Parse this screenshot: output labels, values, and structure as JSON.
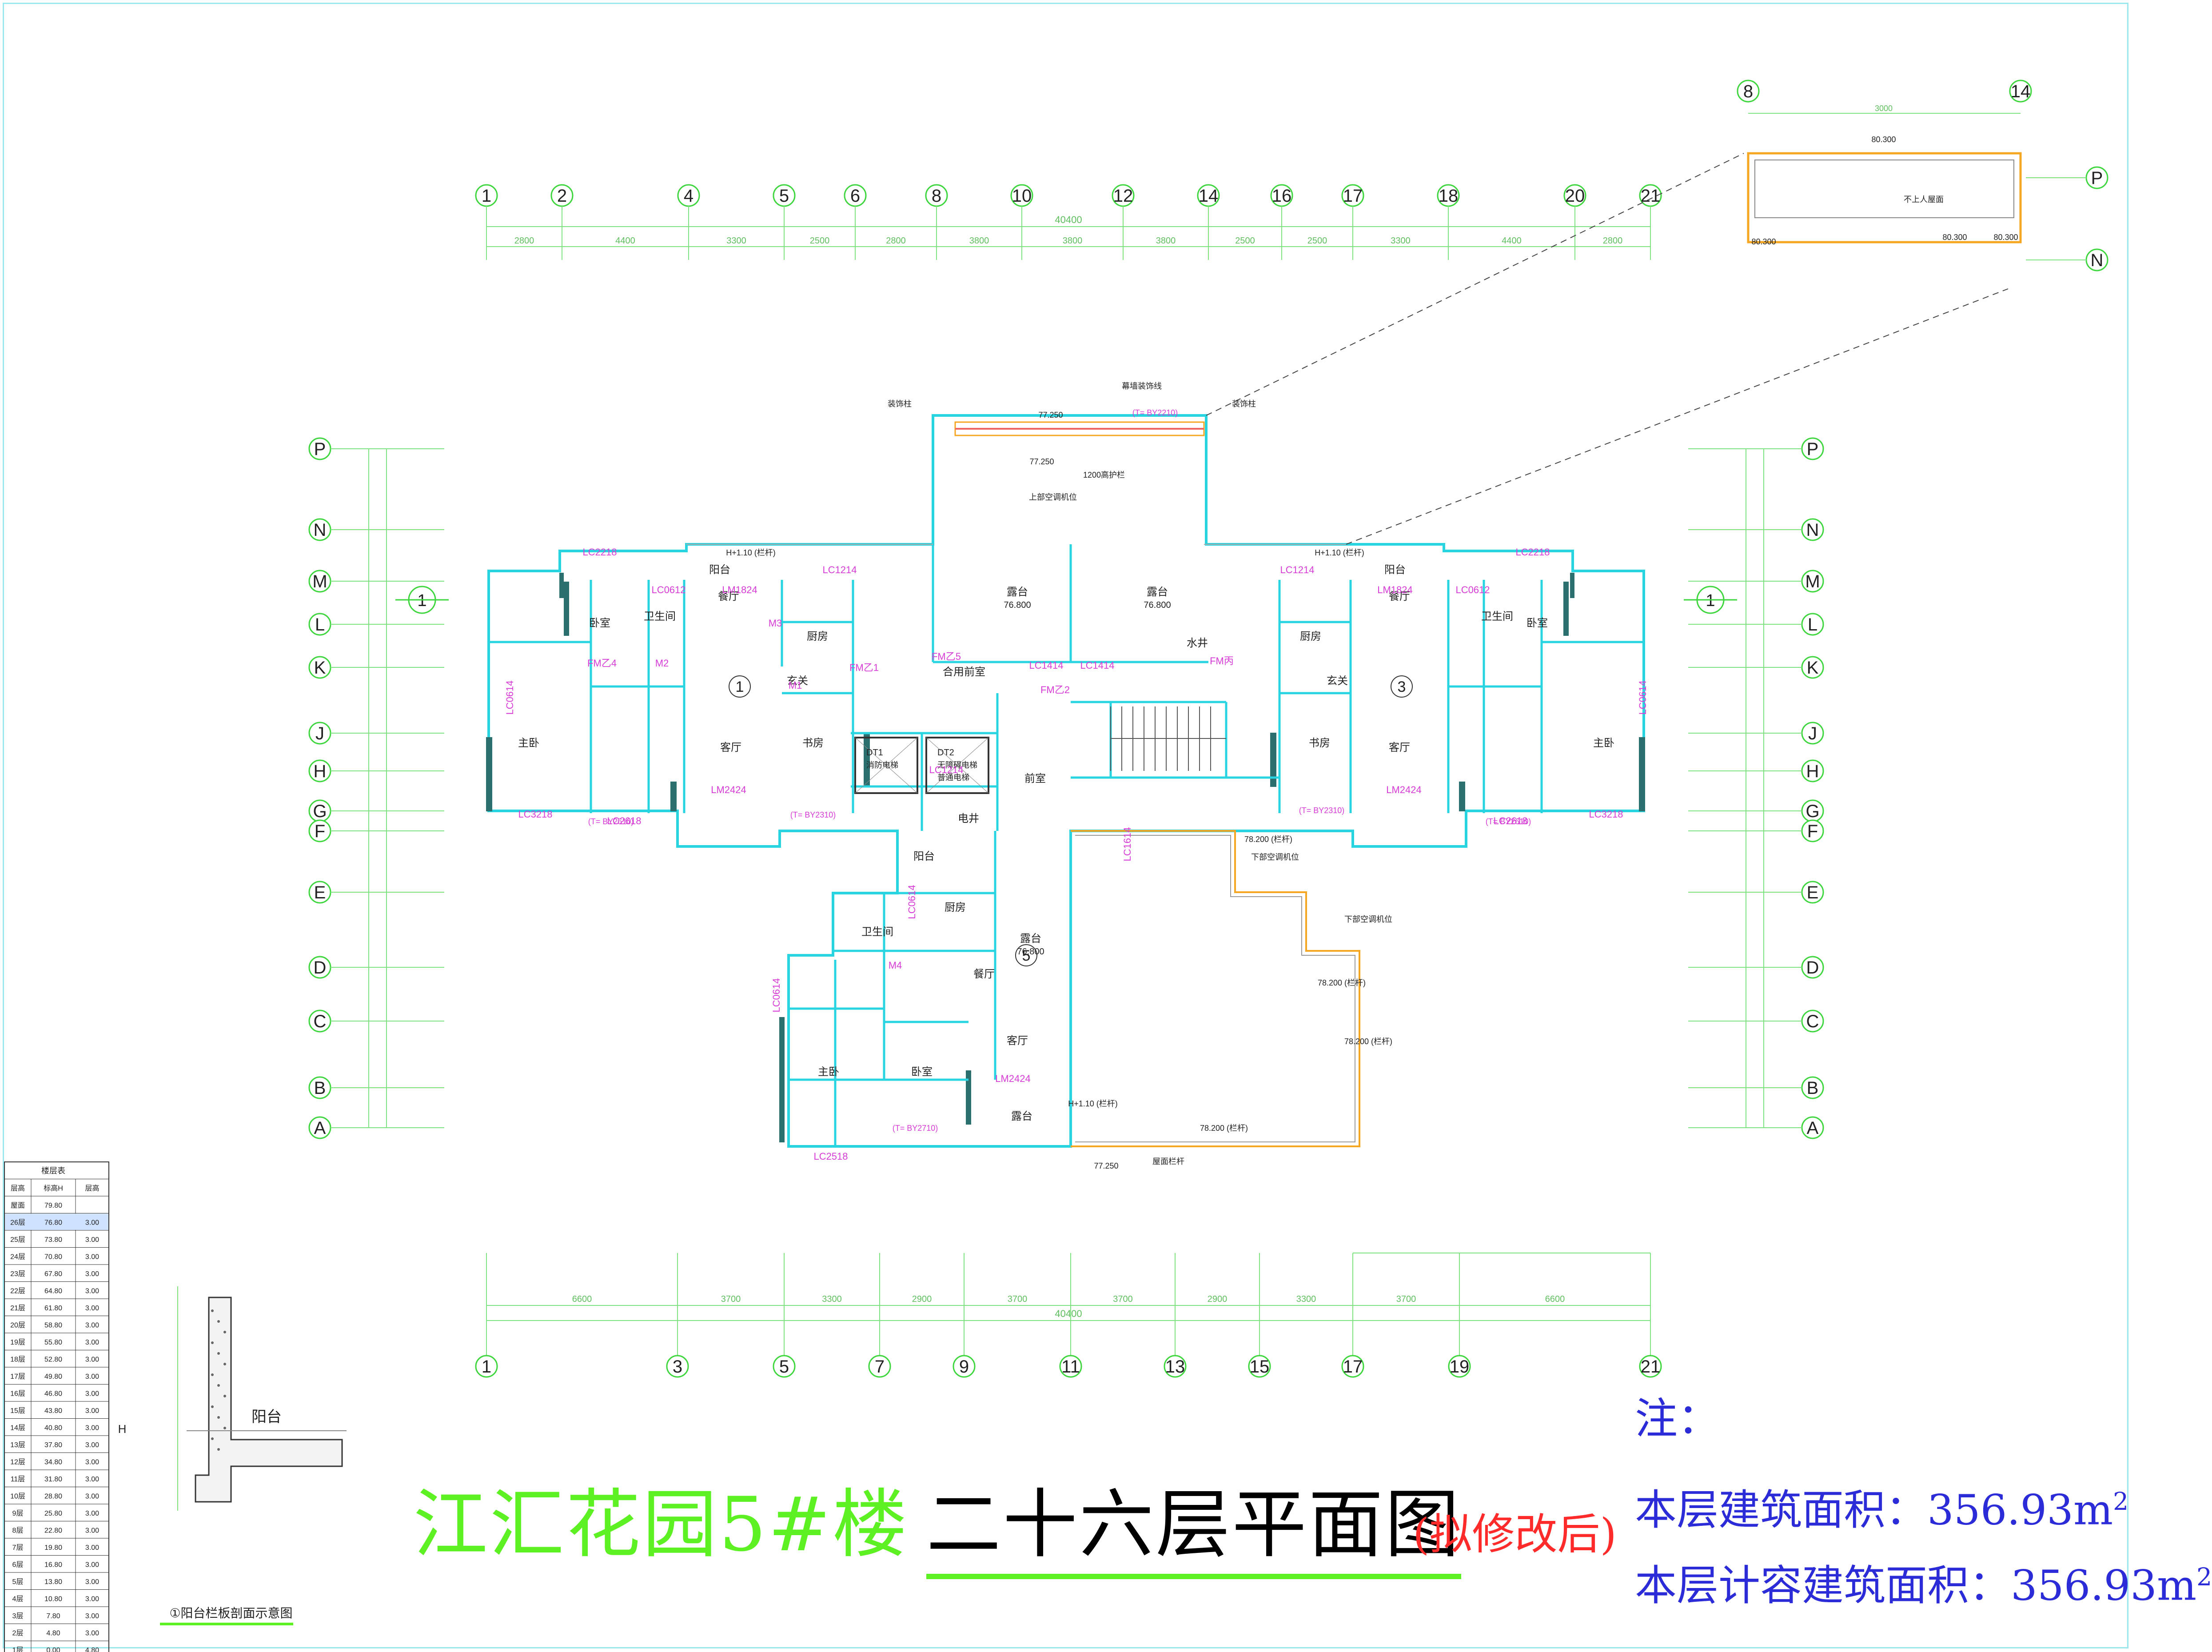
{
  "drawing": {
    "title": "江汇花园5#楼",
    "subtitle": "二十六层平面图",
    "revision": "(拟修改后)",
    "notes": {
      "heading": "注：",
      "floor_area_label": "本层建筑面积：",
      "floor_area_value": "356.93",
      "capacity_area_label": "本层计容建筑面积：",
      "capacity_area_value": "356.93",
      "unit": "m",
      "unit_sup": "2"
    }
  },
  "axes": {
    "top_numbers": [
      "1",
      "2",
      "4",
      "5",
      "6",
      "8",
      "10",
      "12",
      "14",
      "16",
      "17",
      "18",
      "20",
      "21"
    ],
    "bottom_numbers": [
      "1",
      "3",
      "5",
      "7",
      "9",
      "11",
      "13",
      "15",
      "17",
      "19",
      "21"
    ],
    "left_letters": [
      "P",
      "N",
      "M",
      "L",
      "K",
      "J",
      "H",
      "G",
      "F",
      "E",
      "D",
      "C",
      "B",
      "A"
    ],
    "right_letters": [
      "P",
      "N",
      "M",
      "L",
      "K",
      "J",
      "H",
      "G",
      "F",
      "E",
      "D",
      "C",
      "B",
      "A"
    ],
    "top_total": "40400",
    "bottom_total": "40400",
    "top_spacings": [
      "2800",
      "4400",
      "3300",
      "2500",
      "2800",
      "3800",
      "3800",
      "3800",
      "2500",
      "2500",
      "3300",
      "4400",
      "2800"
    ],
    "bottom_spacings": [
      "6600",
      "3700",
      "3300",
      "2900",
      "3700",
      "3700",
      "2900",
      "3300",
      "3700",
      "6600"
    ]
  },
  "inset": {
    "axis_left": "8",
    "axis_right": "14",
    "row_top": "P",
    "row_bottom": "N",
    "elev_top": "80.300",
    "elev_bl": "80.300",
    "elev_bm": "80.300",
    "elev_br": "80.300",
    "roof_note": "不上人屋面",
    "dim": "3000"
  },
  "rooms": [
    {
      "label": "露台",
      "sub": "76.800"
    },
    {
      "label": "露台",
      "sub": "76.800"
    },
    {
      "label": "露台",
      "sub": "76.800"
    },
    {
      "label": "露台",
      "sub": ""
    },
    {
      "label": "餐厅",
      "sub": ""
    },
    {
      "label": "客厅",
      "sub": ""
    },
    {
      "label": "卧室",
      "sub": ""
    },
    {
      "label": "主卧",
      "sub": ""
    },
    {
      "label": "厨房",
      "sub": ""
    },
    {
      "label": "卫生间",
      "sub": ""
    },
    {
      "label": "阳台",
      "sub": ""
    },
    {
      "label": "书房",
      "sub": ""
    },
    {
      "label": "餐厅",
      "sub": ""
    },
    {
      "label": "客厅",
      "sub": ""
    },
    {
      "label": "卧室",
      "sub": ""
    },
    {
      "label": "主卧",
      "sub": ""
    },
    {
      "label": "厨房",
      "sub": ""
    },
    {
      "label": "卫生间",
      "sub": ""
    },
    {
      "label": "阳台",
      "sub": ""
    },
    {
      "label": "书房",
      "sub": ""
    },
    {
      "label": "餐厅",
      "sub": ""
    },
    {
      "label": "客厅",
      "sub": ""
    },
    {
      "label": "卧室",
      "sub": ""
    },
    {
      "label": "主卧",
      "sub": ""
    },
    {
      "label": "厨房",
      "sub": ""
    },
    {
      "label": "卫生间",
      "sub": ""
    },
    {
      "label": "阳台",
      "sub": ""
    },
    {
      "label": "合用前室",
      "sub": ""
    },
    {
      "label": "前室",
      "sub": ""
    },
    {
      "label": "玄关",
      "sub": ""
    },
    {
      "label": "玄关",
      "sub": ""
    },
    {
      "label": "水井",
      "sub": ""
    },
    {
      "label": "电井",
      "sub": ""
    }
  ],
  "unit_numbers": [
    "1",
    "3",
    "5"
  ],
  "lifts": [
    {
      "code": "DT1",
      "name": "消防电梯"
    },
    {
      "code": "DT2",
      "name": "无障碍电梯",
      "extra": "普通电梯"
    }
  ],
  "window_tags": [
    "LC2218",
    "LC1214",
    "LM1824",
    "LC0612",
    "LC0614",
    "LC3218",
    "LC2618",
    "LM2424",
    "LC1414",
    "LC1414",
    "LC1214",
    "LM1824",
    "LC2218",
    "LC0612",
    "LC0614",
    "LC3218",
    "LC2618",
    "LM2424",
    "LC2518",
    "LM2424",
    "LC0614",
    "LC1614",
    "LC0614",
    "LC1214"
  ],
  "door_tags": [
    "M1",
    "M2",
    "M3",
    "M4",
    "FM乙4",
    "FM乙5",
    "FM乙1",
    "FM乙2",
    "FM丙"
  ],
  "other_tags": [
    "(T= BY2210)",
    "(T= BY2310)",
    "(T= BY2610)",
    "(T= BY2710)",
    "(T= BY2310)",
    "(T= BY2610)",
    "H+1.10 (栏杆)",
    "H+1.10 (栏杆)",
    "H+1.10 (栏杆)",
    "77.250",
    "77.250",
    "77.250",
    "1200高护栏",
    "78.200 (栏杆)",
    "78.200 (栏杆)",
    "78.200 (栏杆)",
    "78.200 (栏杆)",
    "屋面栏杆",
    "装饰柱",
    "装饰柱",
    "幕墙装饰线",
    "下部空调机位",
    "下部空调机位",
    "上部空调机位"
  ],
  "section_label": "①阳台栏板剖面示意图",
  "section_room": "阳台",
  "section_h": "H",
  "floor_table": {
    "header_title": "楼层表",
    "col1": "层高",
    "col2": "标高H",
    "col3": "层高",
    "roof_name": "屋面",
    "roof_elev": "79.80",
    "rows": [
      [
        "26层",
        "76.80",
        "3.00"
      ],
      [
        "25层",
        "73.80",
        "3.00"
      ],
      [
        "24层",
        "70.80",
        "3.00"
      ],
      [
        "23层",
        "67.80",
        "3.00"
      ],
      [
        "22层",
        "64.80",
        "3.00"
      ],
      [
        "21层",
        "61.80",
        "3.00"
      ],
      [
        "20层",
        "58.80",
        "3.00"
      ],
      [
        "19层",
        "55.80",
        "3.00"
      ],
      [
        "18层",
        "52.80",
        "3.00"
      ],
      [
        "17层",
        "49.80",
        "3.00"
      ],
      [
        "16层",
        "46.80",
        "3.00"
      ],
      [
        "15层",
        "43.80",
        "3.00"
      ],
      [
        "14层",
        "40.80",
        "3.00"
      ],
      [
        "13层",
        "37.80",
        "3.00"
      ],
      [
        "12层",
        "34.80",
        "3.00"
      ],
      [
        "11层",
        "31.80",
        "3.00"
      ],
      [
        "10层",
        "28.80",
        "3.00"
      ],
      [
        "9层",
        "25.80",
        "3.00"
      ],
      [
        "8层",
        "22.80",
        "3.00"
      ],
      [
        "7层",
        "19.80",
        "3.00"
      ],
      [
        "6层",
        "16.80",
        "3.00"
      ],
      [
        "5层",
        "13.80",
        "3.00"
      ],
      [
        "4层",
        "10.80",
        "3.00"
      ],
      [
        "3层",
        "7.80",
        "3.00"
      ],
      [
        "2层",
        "4.80",
        "3.00"
      ],
      [
        "1层",
        "0.00",
        "4.80"
      ]
    ]
  },
  "colors": {
    "axis": "#3dd63d",
    "wall_cyan": "#27d4e0",
    "wall_dark": "#2b6f6f",
    "tag_magenta": "#d63bd6",
    "dim_green": "#7ee27e",
    "orange": "#f5a623",
    "title_green": "#5df022",
    "note_blue": "#2b2bd8",
    "revision_red": "#ff2a2a"
  }
}
